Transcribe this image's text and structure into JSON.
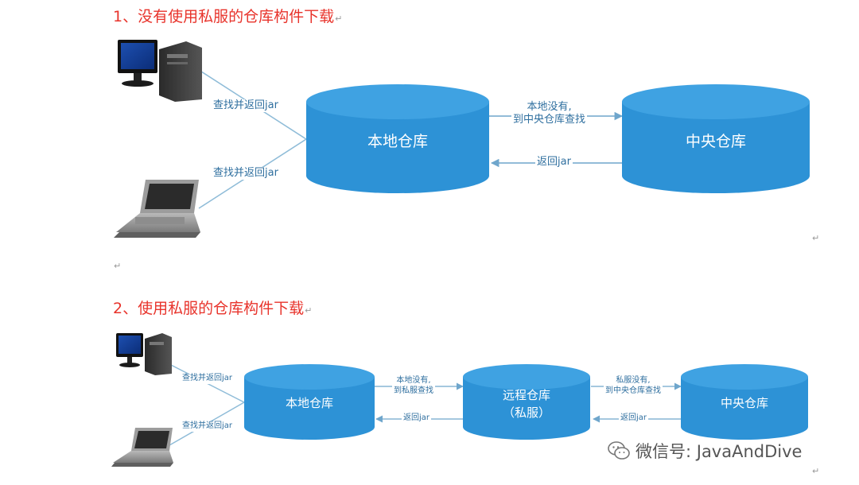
{
  "section1": {
    "heading": "1、没有使用私服的仓库构件下载",
    "repos": {
      "local": "本地仓库",
      "central": "中央仓库"
    },
    "edges": {
      "desktop_to_local": "查找并返回jar",
      "laptop_to_local": "查找并返回jar",
      "local_to_central": [
        "本地没有,",
        "到中央仓库查找"
      ],
      "central_to_local": "返回jar"
    }
  },
  "section2": {
    "heading": "2、使用私服的仓库构件下载",
    "repos": {
      "local": "本地仓库",
      "remote": [
        "远程仓库",
        "（私服）"
      ],
      "central": "中央仓库"
    },
    "edges": {
      "desktop_to_local": "查找并返回jar",
      "laptop_to_local": "查找并返回jar",
      "local_to_remote": [
        "本地没有,",
        "到私服查找"
      ],
      "remote_to_local": "返回jar",
      "remote_to_central": [
        "私服没有,",
        "到中央仓库查找"
      ],
      "central_to_remote": "返回jar"
    }
  },
  "watermark": {
    "text": "微信号: JavaAndDive",
    "icon": "wechat-icon"
  },
  "paragraph_mark": "↵",
  "colors": {
    "heading": "#e8332b",
    "cylinder": "#2d92d6",
    "cylinder_top": "#3fa2e2",
    "line": "#8fbcd8",
    "label": "#2f6f9f"
  }
}
